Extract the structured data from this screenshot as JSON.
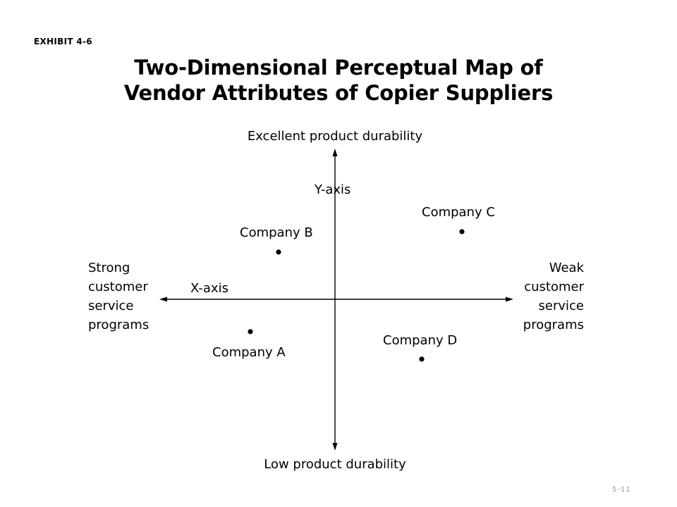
{
  "exhibit_label": "EXHIBIT 4-6",
  "title_lines": [
    "Two-Dimensional Perceptual Map of",
    "Vendor Attributes of Copier Suppliers"
  ],
  "axes": {
    "y_axis_label": "Y-axis",
    "x_axis_label": "X-axis",
    "top_pole": "Excellent product durability",
    "bottom_pole": "Low product durability",
    "left_pole": [
      "Strong",
      "customer",
      "service",
      "programs"
    ],
    "right_pole": [
      "Weak",
      "customer",
      "service",
      "programs"
    ]
  },
  "companies": [
    {
      "name": "Company A"
    },
    {
      "name": "Company B"
    },
    {
      "name": "Company C"
    },
    {
      "name": "Company D"
    }
  ],
  "page_mark": "5-11"
}
